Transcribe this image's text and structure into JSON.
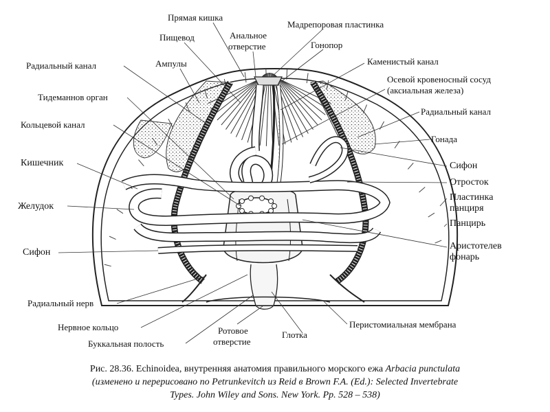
{
  "labels": {
    "rectum": "Прямая кишка",
    "esophagus": "Пищевод",
    "anus_1": "Анальное",
    "anus_2": "отверстие",
    "madreporite": "Мадрепоровая пластинка",
    "gonopore": "Гонопор",
    "stone_canal": "Каменистый канал",
    "axial_1": "Осевой кровеносный сосуд",
    "axial_2": "(аксиальная железа)",
    "radial_canal_right": "Радиальный канал",
    "gonad": "Гонада",
    "siphon_right": "Сифон",
    "process": "Отросток",
    "test_plate_1": "Пластинка",
    "test_plate_2": "панциря",
    "test": "Панцирь",
    "aristotle_1": "Аристотелев",
    "aristotle_2": "фонарь",
    "radial_canal_left": "Радиальный канал",
    "ampullae": "Ампулы",
    "tiedemann": "Тидеманнов орган",
    "ring_canal": "Кольцевой канал",
    "intestine": "Кишечник",
    "stomach": "Желудок",
    "siphon_left": "Сифон",
    "radial_nerve": "Радиальный нерв",
    "nerve_ring": "Нервное кольцо",
    "buccal_cavity": "Буккальная полость",
    "mouth_1": "Ротовое",
    "mouth_2": "отверстие",
    "pharynx": "Глотка",
    "peristomial": "Перистомиальная мембрана"
  },
  "caption": {
    "line1_a": "Рис. 28.36. Echinoidea, внутренняя анатомия правильного морского ежа ",
    "line1_b": "Arbacia punctulata",
    "line2_a": "(изменено и перерисовано по ",
    "line2_b": "Petrunkevitch из Reid в Brown F.A. (Ed.): Selected Invertebrate",
    "line3": "Types. John Wiley and Sons. New York. Pp. 528 – 538)"
  }
}
